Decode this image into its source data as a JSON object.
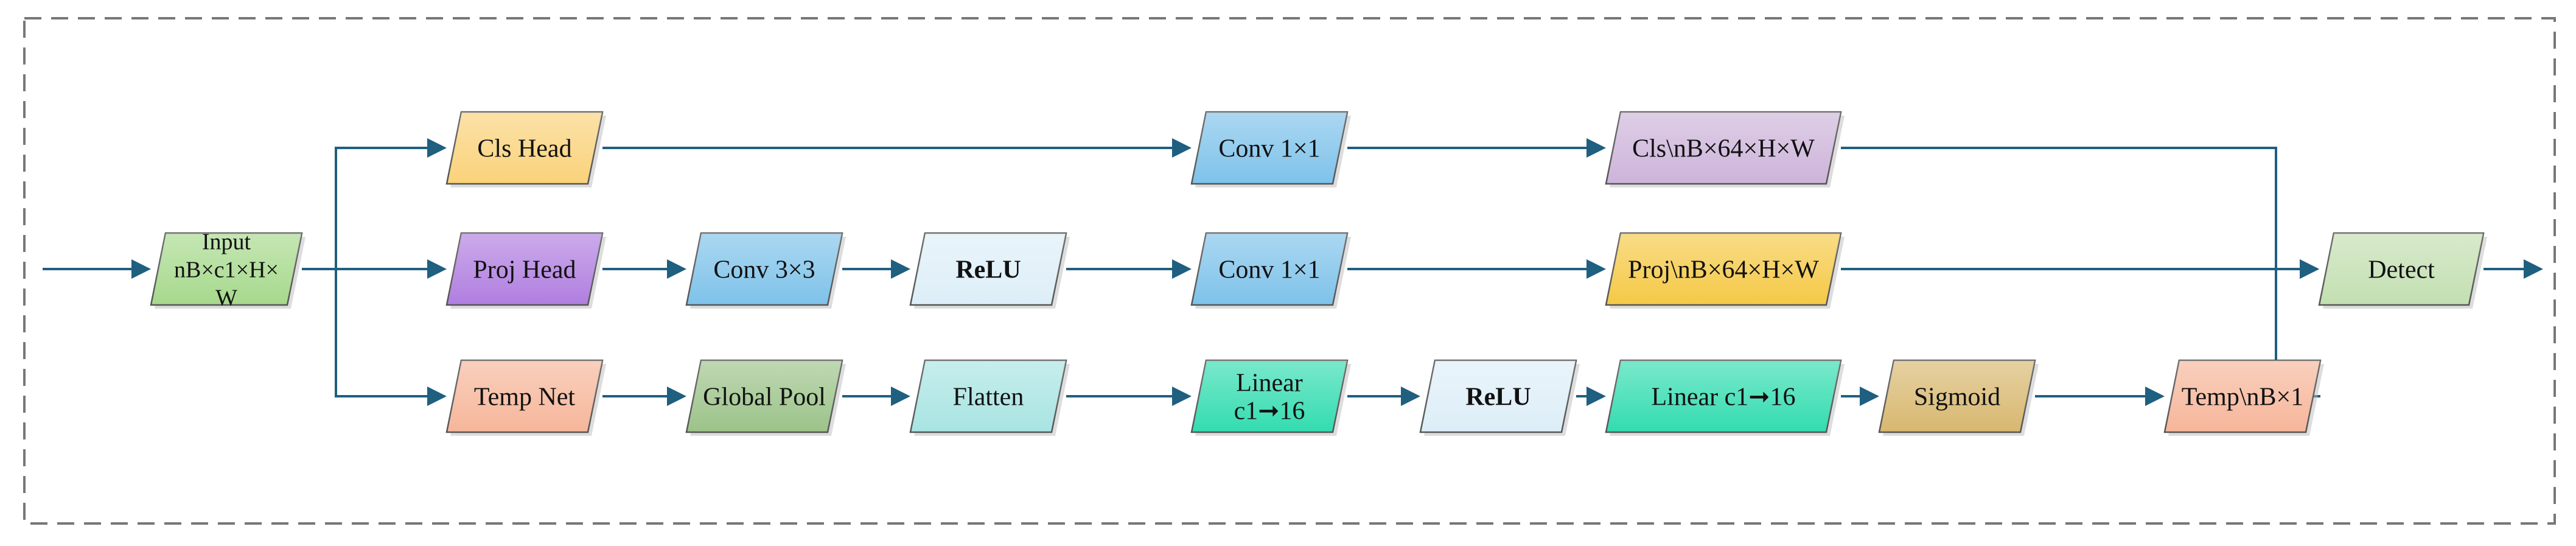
{
  "diagram": {
    "nodes": [
      {
        "id": "input",
        "lines": [
          "Input",
          "nB×c1×H×",
          "W"
        ],
        "fill": "green",
        "bold": false
      },
      {
        "id": "cls-head",
        "lines": [
          "Cls Head"
        ],
        "fill": "yellow",
        "bold": false
      },
      {
        "id": "proj-head",
        "lines": [
          "Proj Head"
        ],
        "fill": "purple",
        "bold": false
      },
      {
        "id": "temp-net",
        "lines": [
          "Temp Net"
        ],
        "fill": "salmon",
        "bold": false
      },
      {
        "id": "conv1-top",
        "lines": [
          "Conv 1×1"
        ],
        "fill": "blue",
        "bold": false
      },
      {
        "id": "cls-out",
        "lines": [
          "Cls\\nB×64×H×W"
        ],
        "fill": "lilac",
        "bold": false
      },
      {
        "id": "conv3",
        "lines": [
          "Conv 3×3"
        ],
        "fill": "blue",
        "bold": false
      },
      {
        "id": "relu-mid",
        "lines": [
          "ReLU"
        ],
        "fill": "pale",
        "bold": true
      },
      {
        "id": "conv1-mid",
        "lines": [
          "Conv 1×1"
        ],
        "fill": "blue",
        "bold": false
      },
      {
        "id": "proj-out",
        "lines": [
          "Proj\\nB×64×H×W"
        ],
        "fill": "gold",
        "bold": false
      },
      {
        "id": "global-pool",
        "lines": [
          "Global Pool"
        ],
        "fill": "olive",
        "bold": false
      },
      {
        "id": "flatten",
        "lines": [
          "Flatten"
        ],
        "fill": "teal",
        "bold": false
      },
      {
        "id": "linear1",
        "lines": [
          "Linear",
          "c1➞16"
        ],
        "fill": "mint",
        "bold": false
      },
      {
        "id": "relu-bot",
        "lines": [
          "ReLU"
        ],
        "fill": "pale",
        "bold": true
      },
      {
        "id": "linear2",
        "lines": [
          "Linear c1➞16"
        ],
        "fill": "mint",
        "bold": false
      },
      {
        "id": "sigmoid",
        "lines": [
          "Sigmoid"
        ],
        "fill": "tan",
        "bold": false
      },
      {
        "id": "temp-out",
        "lines": [
          "Temp\\nB×1"
        ],
        "fill": "salmon",
        "bold": false
      },
      {
        "id": "detect",
        "lines": [
          "Detect"
        ],
        "fill": "sage",
        "bold": false
      }
    ],
    "edges": [
      [
        "input",
        "cls-head"
      ],
      [
        "input",
        "proj-head"
      ],
      [
        "input",
        "temp-net"
      ],
      [
        "cls-head",
        "conv1-top"
      ],
      [
        "conv1-top",
        "cls-out"
      ],
      [
        "proj-head",
        "conv3"
      ],
      [
        "conv3",
        "relu-mid"
      ],
      [
        "relu-mid",
        "conv1-mid"
      ],
      [
        "conv1-mid",
        "proj-out"
      ],
      [
        "temp-net",
        "global-pool"
      ],
      [
        "global-pool",
        "flatten"
      ],
      [
        "flatten",
        "linear1"
      ],
      [
        "linear1",
        "relu-bot"
      ],
      [
        "relu-bot",
        "linear2"
      ],
      [
        "linear2",
        "sigmoid"
      ],
      [
        "sigmoid",
        "temp-out"
      ],
      [
        "cls-out",
        "detect"
      ],
      [
        "proj-out",
        "detect"
      ],
      [
        "temp-out",
        "detect"
      ]
    ]
  },
  "colors": {
    "arrow": "#1f5f80",
    "border": "#777777",
    "green": "#a6d98c",
    "yellow": "#fad27a",
    "purple": "#b07ee0",
    "salmon": "#f6b69a",
    "blue": "#7ec2ea",
    "lilac": "#cdb4da",
    "pale": "#ddeef8",
    "gold": "#f5c946",
    "olive": "#9cc389",
    "teal": "#a8e4e2",
    "mint": "#33dcb0",
    "tan": "#d8b870",
    "sage": "#c3dfb1"
  }
}
